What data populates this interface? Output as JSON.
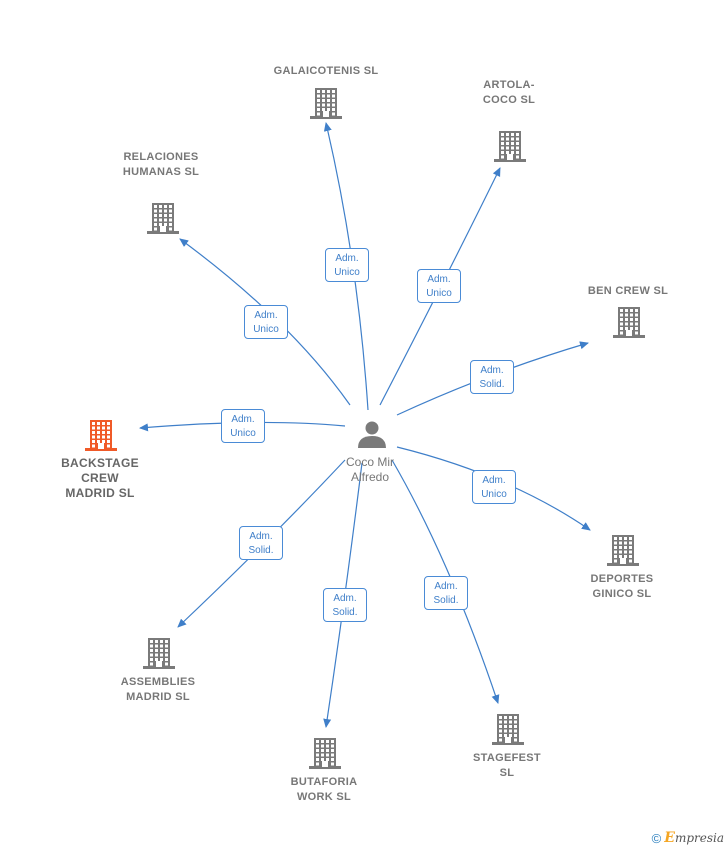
{
  "center": {
    "name_lines": [
      "Coco Mir",
      "Alfredo"
    ]
  },
  "companies": [
    {
      "id": "galaicotenis",
      "lines": [
        "GALAICOTENIS SL"
      ],
      "role_lines": [
        "Adm.",
        "Unico"
      ],
      "highlight": false
    },
    {
      "id": "artola",
      "lines": [
        "ARTOLA-",
        "COCO  SL"
      ],
      "role_lines": [
        "Adm.",
        "Unico"
      ],
      "highlight": false
    },
    {
      "id": "relaciones",
      "lines": [
        "RELACIONES",
        "HUMANAS SL"
      ],
      "role_lines": [
        "Adm.",
        "Unico"
      ],
      "highlight": false
    },
    {
      "id": "bencrew",
      "lines": [
        "BEN CREW  SL"
      ],
      "role_lines": [
        "Adm.",
        "Solid."
      ],
      "highlight": false
    },
    {
      "id": "backstage",
      "lines": [
        "BACKSTAGE",
        "CREW",
        "MADRID  SL"
      ],
      "role_lines": [
        "Adm.",
        "Unico"
      ],
      "highlight": true
    },
    {
      "id": "deportes",
      "lines": [
        "DEPORTES",
        "GINICO SL"
      ],
      "role_lines": [
        "Adm.",
        "Unico"
      ],
      "highlight": false
    },
    {
      "id": "assemblies",
      "lines": [
        "ASSEMBLIES",
        "MADRID  SL"
      ],
      "role_lines": [
        "Adm.",
        "Solid."
      ],
      "highlight": false
    },
    {
      "id": "butaforia",
      "lines": [
        "BUTAFORIA",
        "WORK  SL"
      ],
      "role_lines": [
        "Adm.",
        "Solid."
      ],
      "highlight": false
    },
    {
      "id": "stagefest",
      "lines": [
        "STAGEFEST",
        "SL"
      ],
      "role_lines": [
        "Adm.",
        "Solid."
      ],
      "highlight": false
    }
  ],
  "colors": {
    "edge": "#3f7fc9",
    "building": "#7a7a7a",
    "building_highlight": "#f05a28",
    "person": "#7a7a7a"
  },
  "footer": {
    "copyright": "©",
    "brand_initial": "E",
    "brand_rest": "mpresia"
  }
}
